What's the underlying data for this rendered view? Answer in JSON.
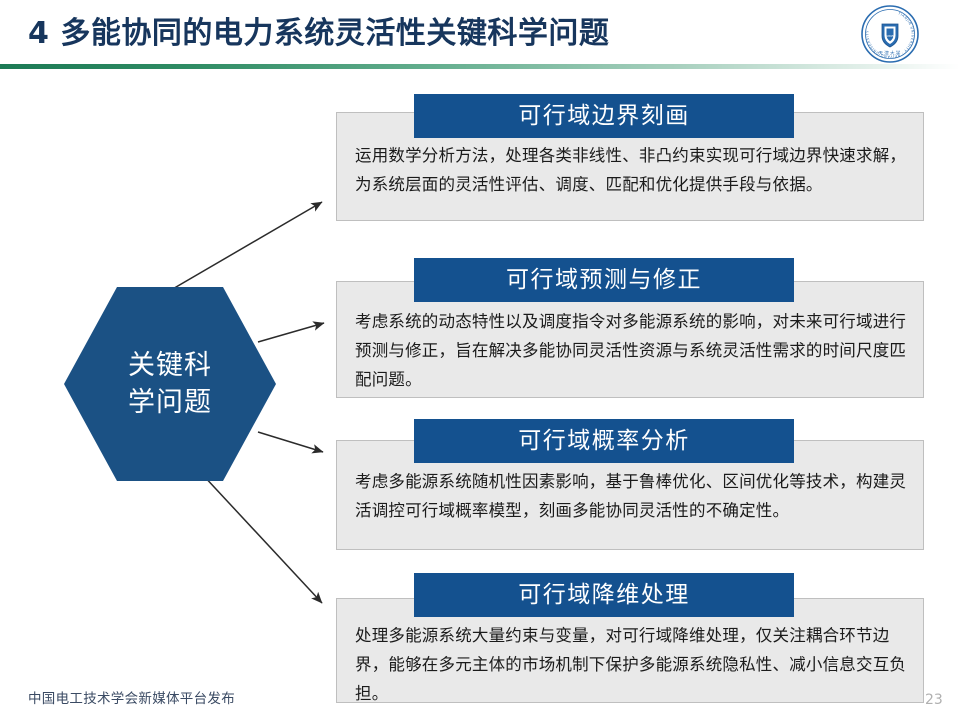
{
  "slide": {
    "title": "4 多能协同的电力系统灵活性关键科学问题",
    "page_number": "23",
    "footer_note": "中国电工技术学会新媒体平台发布",
    "accent_blue": "#14518f",
    "title_color": "#17365d",
    "rule_green": "#1c7a55",
    "card_bg": "#e9e9e9",
    "card_border": "#bfbfbf"
  },
  "logo": {
    "name": "university-seal-logo",
    "outer_text": "TIANJIN UNIVERSITY",
    "inner_text": "天津大学",
    "year": "1895",
    "color": "#1f5fa9"
  },
  "hub": {
    "name": "key-scientific-questions-hexagon",
    "line1": "关键科",
    "line2": "学问题",
    "fill": "#1b5184"
  },
  "cards": [
    {
      "id": "feasible-region-boundary",
      "heading": "可行域边界刻画",
      "body": "运用数学分析方法，处理各类非线性、非凸约束实现可行域边界快速求解，为系统层面的灵活性评估、调度、匹配和优化提供手段与依据。"
    },
    {
      "id": "feasible-region-prediction",
      "heading": "可行域预测与修正",
      "body": "考虑系统的动态特性以及调度指令对多能源系统的影响，对未来可行域进行预测与修正，旨在解决多能协同灵活性资源与系统灵活性需求的时间尺度匹配问题。"
    },
    {
      "id": "feasible-region-probability",
      "heading": "可行域概率分析",
      "body": "考虑多能源系统随机性因素影响，基于鲁棒优化、区间优化等技术，构建灵活调控可行域概率模型，刻画多能协同灵活性的不确定性。"
    },
    {
      "id": "feasible-region-reduction",
      "heading": "可行域降维处理",
      "body": "处理多能源系统大量约束与变量，对可行域降维处理，仅关注耦合环节边界，能够在多元主体的市场机制下保护多能源系统隐私性、减小信息交互负担。"
    }
  ],
  "connectors": [
    {
      "name": "arrow-to-card-1"
    },
    {
      "name": "arrow-to-card-2"
    },
    {
      "name": "arrow-to-card-3"
    },
    {
      "name": "arrow-to-card-4"
    }
  ]
}
